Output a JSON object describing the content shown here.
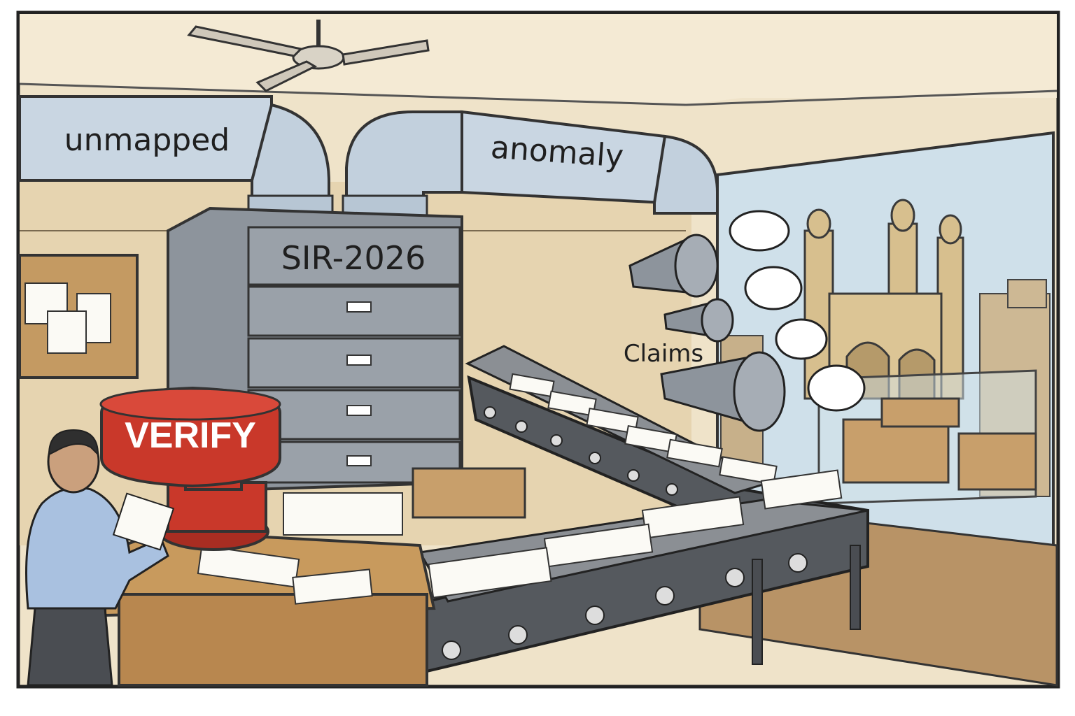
{
  "pipes": {
    "left_label": "unmapped",
    "right_label": "anomaly"
  },
  "cabinet": {
    "label": "SIR-2026"
  },
  "button": {
    "label": "VERIFY"
  },
  "megaphones": {
    "label": "Claims"
  },
  "colors": {
    "wall": "#efe3c9",
    "cabinet": "#8d949c",
    "button_red": "#c9382a",
    "pipe": "#c9d6e2",
    "shirt": "#a9c1e0",
    "desk": "#b8874f",
    "conveyor": "#55595e",
    "sky": "#cfe0ea",
    "monument": "#d7bf8e"
  }
}
